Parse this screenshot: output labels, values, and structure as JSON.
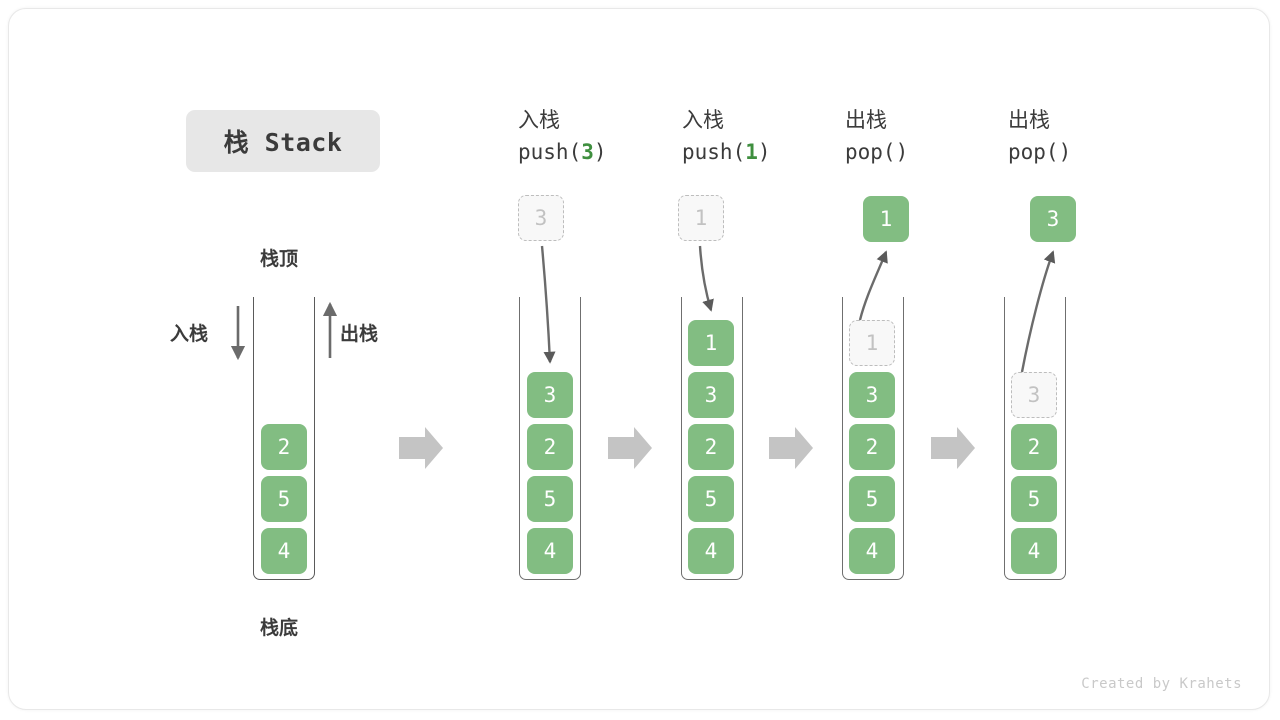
{
  "title_badge": {
    "label": "栈 Stack"
  },
  "labels": {
    "top": "栈顶",
    "bottom": "栈底",
    "push_side": "入栈",
    "pop_side": "出栈"
  },
  "footer": {
    "credit": "Created by Krahets"
  },
  "colors": {
    "element_green": "#82bd82",
    "arg_green": "#3f8f3f",
    "ghost_fill": "#f8f8f8",
    "ghost_border": "#bdbdbd",
    "badge_bg": "#e7e7e7",
    "flow_arrow": "#c4c4c4",
    "motion_arrow": "#6b6b6b",
    "text": "#3b3b3b"
  },
  "columns": [
    {
      "id": "initial",
      "head_cn": "",
      "head_code": "",
      "stack": [
        "2",
        "5",
        "4"
      ],
      "floating": null,
      "ghost_in_stack": null,
      "direction": null
    },
    {
      "id": "push-3",
      "head_cn": "入栈",
      "head_code_prefix": "push(",
      "head_code_arg": "3",
      "head_code_suffix": ")",
      "stack": [
        "3",
        "2",
        "5",
        "4"
      ],
      "floating": {
        "value": "3",
        "style": "ghost"
      },
      "ghost_in_stack": null,
      "direction": "in"
    },
    {
      "id": "push-1",
      "head_cn": "入栈",
      "head_code_prefix": "push(",
      "head_code_arg": "1",
      "head_code_suffix": ")",
      "stack": [
        "1",
        "3",
        "2",
        "5",
        "4"
      ],
      "floating": {
        "value": "1",
        "style": "ghost"
      },
      "ghost_in_stack": null,
      "direction": "in"
    },
    {
      "id": "pop-1",
      "head_cn": "出栈",
      "head_code_prefix": "pop(",
      "head_code_arg": "",
      "head_code_suffix": ")",
      "stack": [
        "3",
        "2",
        "5",
        "4"
      ],
      "floating": {
        "value": "1",
        "style": "solid"
      },
      "ghost_in_stack": {
        "value": "1"
      },
      "direction": "out"
    },
    {
      "id": "pop-3",
      "head_cn": "出栈",
      "head_code_prefix": "pop(",
      "head_code_arg": "",
      "head_code_suffix": ")",
      "stack": [
        "2",
        "5",
        "4"
      ],
      "floating": {
        "value": "3",
        "style": "solid"
      },
      "ghost_in_stack": {
        "value": "3"
      },
      "direction": "out"
    }
  ],
  "flow_arrows": [
    {
      "name": "flow-arrow-1"
    },
    {
      "name": "flow-arrow-2"
    },
    {
      "name": "flow-arrow-3"
    },
    {
      "name": "flow-arrow-4"
    }
  ]
}
